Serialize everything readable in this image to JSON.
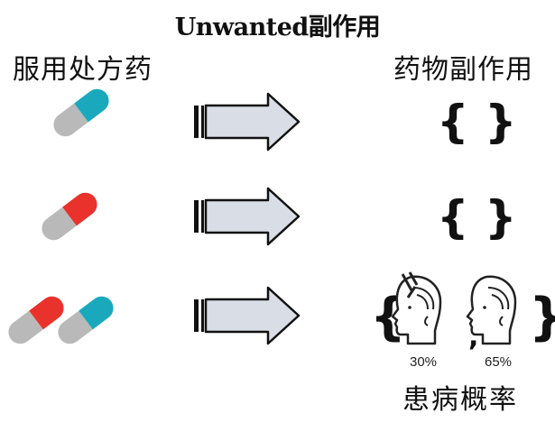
{
  "title": "Unwanted副作用",
  "left_heading": "服用处方药",
  "right_heading": "药物副作用",
  "bottom_label": "患病概率",
  "percentages": [
    "30%",
    "65%"
  ],
  "colors": {
    "capsule_gray": "#b9b9b9",
    "capsule_teal": "#1aa9bc",
    "capsule_red": "#e8322b",
    "arrow_fill": "#d9dde6",
    "arrow_stroke": "#111111"
  },
  "rows": [
    {
      "capsules": [
        "teal"
      ],
      "outcome": "empty"
    },
    {
      "capsules": [
        "red"
      ],
      "outcome": "empty"
    },
    {
      "capsules": [
        "red",
        "teal"
      ],
      "outcome": "headaches"
    }
  ],
  "icons": [
    "capsule-icon",
    "arrow-right-icon",
    "curly-braces-icon",
    "headache-head-icon"
  ]
}
